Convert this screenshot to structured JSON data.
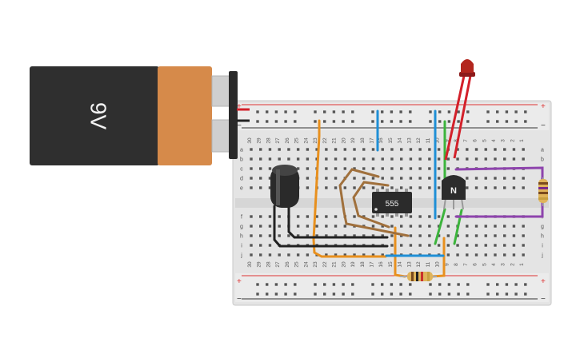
{
  "battery": {
    "label": "9V"
  },
  "ic": {
    "label": "555"
  },
  "transistor": {
    "label": "N"
  },
  "breadboard": {
    "row_letters_top": [
      "a",
      "b",
      "c",
      "d",
      "e"
    ],
    "row_letters_bottom": [
      "f",
      "g",
      "h",
      "i",
      "j"
    ],
    "column_numbers": [
      "30",
      "29",
      "28",
      "27",
      "26",
      "25",
      "24",
      "23",
      "22",
      "21",
      "20",
      "19",
      "18",
      "17",
      "16",
      "15",
      "14",
      "13",
      "12",
      "11",
      "10",
      "9",
      "8",
      "7",
      "6",
      "5",
      "4",
      "3",
      "2",
      "1"
    ],
    "rail_plus": "+",
    "rail_minus": "−"
  },
  "colors": {
    "battery_body": "#2f2f2f",
    "battery_band": "#d68a4a",
    "board": "#e6e6e6",
    "wire_orange": "#e8901e",
    "wire_blue": "#1f8fd6",
    "wire_red": "#d3202a",
    "wire_green": "#3cb43c",
    "wire_purple": "#8e44ad",
    "wire_black": "#222222",
    "wire_brown": "#a0703c"
  }
}
